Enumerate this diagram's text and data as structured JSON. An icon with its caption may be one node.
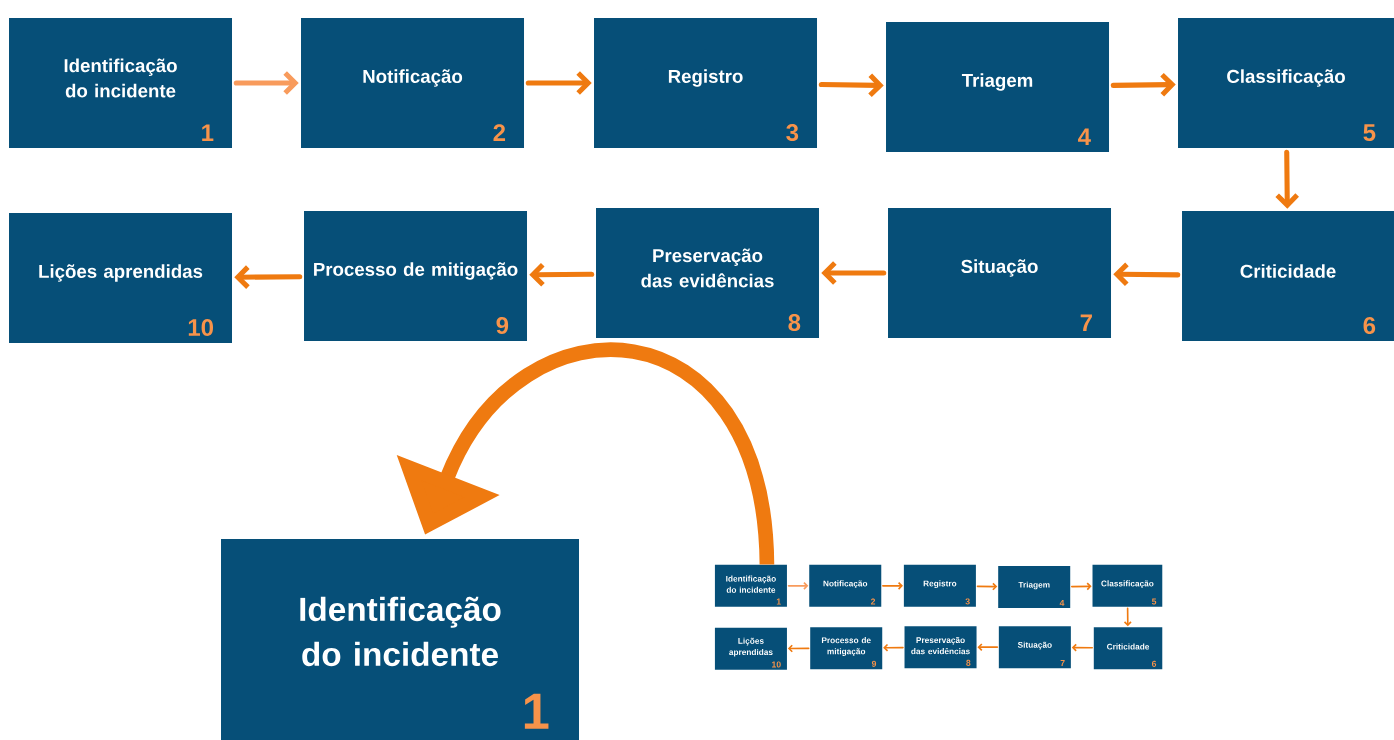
{
  "diagram": {
    "nodes": [
      {
        "text": [
          "Identificação do incidente",
          "1"
        ]
      },
      {
        "text": [
          "Notificação",
          "2"
        ]
      },
      {
        "text": [
          "Registro",
          "3"
        ]
      },
      {
        "text": [
          "Triagem",
          "4"
        ]
      },
      {
        "text": [
          "Classificação",
          "5"
        ]
      },
      {
        "text": [
          "Criticidade",
          "6"
        ]
      },
      {
        "text": [
          "Situação",
          "7"
        ]
      },
      {
        "text": [
          "Preservação das evidências",
          "8"
        ]
      },
      {
        "text": [
          "Processo de mitigação",
          "9"
        ]
      },
      {
        "text": [
          "Lições aprendidas",
          "10"
        ]
      },
      {
        "text": [
          "Identificação do incidente",
          "1"
        ]
      },
      {
        "text": [
          "Identificação do incidente",
          "1"
        ]
      },
      {
        "text": [
          "Notificação",
          "2"
        ]
      },
      {
        "text": [
          "Registro",
          "3"
        ]
      },
      {
        "text": [
          "Triagem",
          "4"
        ]
      },
      {
        "text": [
          "Classificação",
          "5"
        ]
      },
      {
        "text": [
          "Criticidade",
          "6"
        ]
      },
      {
        "text": [
          "Situação",
          "7"
        ]
      },
      {
        "text": [
          "Preservação das evidências",
          "8"
        ]
      },
      {
        "text": [
          "Processo de mitigação",
          "9"
        ]
      },
      {
        "text": [
          "Lições aprendidas",
          "10"
        ]
      }
    ],
    "edges": [
      {
        "from": 0,
        "to": 1,
        "arrow": "to",
        "color": "#f89b5c"
      },
      {
        "from": 1,
        "to": 2,
        "arrow": "to"
      },
      {
        "from": 2,
        "to": 3,
        "arrow": "to"
      },
      {
        "from": 3,
        "to": 4,
        "arrow": "to"
      },
      {
        "from": 4,
        "to": 5,
        "arrow": "to"
      },
      {
        "from": 5,
        "to": 6,
        "arrow": "to"
      },
      {
        "from": 6,
        "to": 7,
        "arrow": "to"
      },
      {
        "from": 7,
        "to": 8,
        "arrow": "to"
      },
      {
        "from": 8,
        "to": 9,
        "arrow": "to"
      },
      {
        "from": 11,
        "to": 12,
        "arrow": "to",
        "color": "#f89b5c"
      },
      {
        "from": 12,
        "to": 13,
        "arrow": "to"
      },
      {
        "from": 13,
        "to": 14,
        "arrow": "to"
      },
      {
        "from": 14,
        "to": 15,
        "arrow": "to"
      },
      {
        "from": 15,
        "to": 16,
        "arrow": "to"
      },
      {
        "from": 16,
        "to": 17,
        "arrow": "to"
      },
      {
        "from": 17,
        "to": 18,
        "arrow": "to"
      },
      {
        "from": 18,
        "to": 19,
        "arrow": "to"
      },
      {
        "from": 19,
        "to": 20,
        "arrow": "to"
      },
      {
        "from": 11,
        "to": 10,
        "arrow": "to",
        "style": "thick"
      }
    ]
  }
}
